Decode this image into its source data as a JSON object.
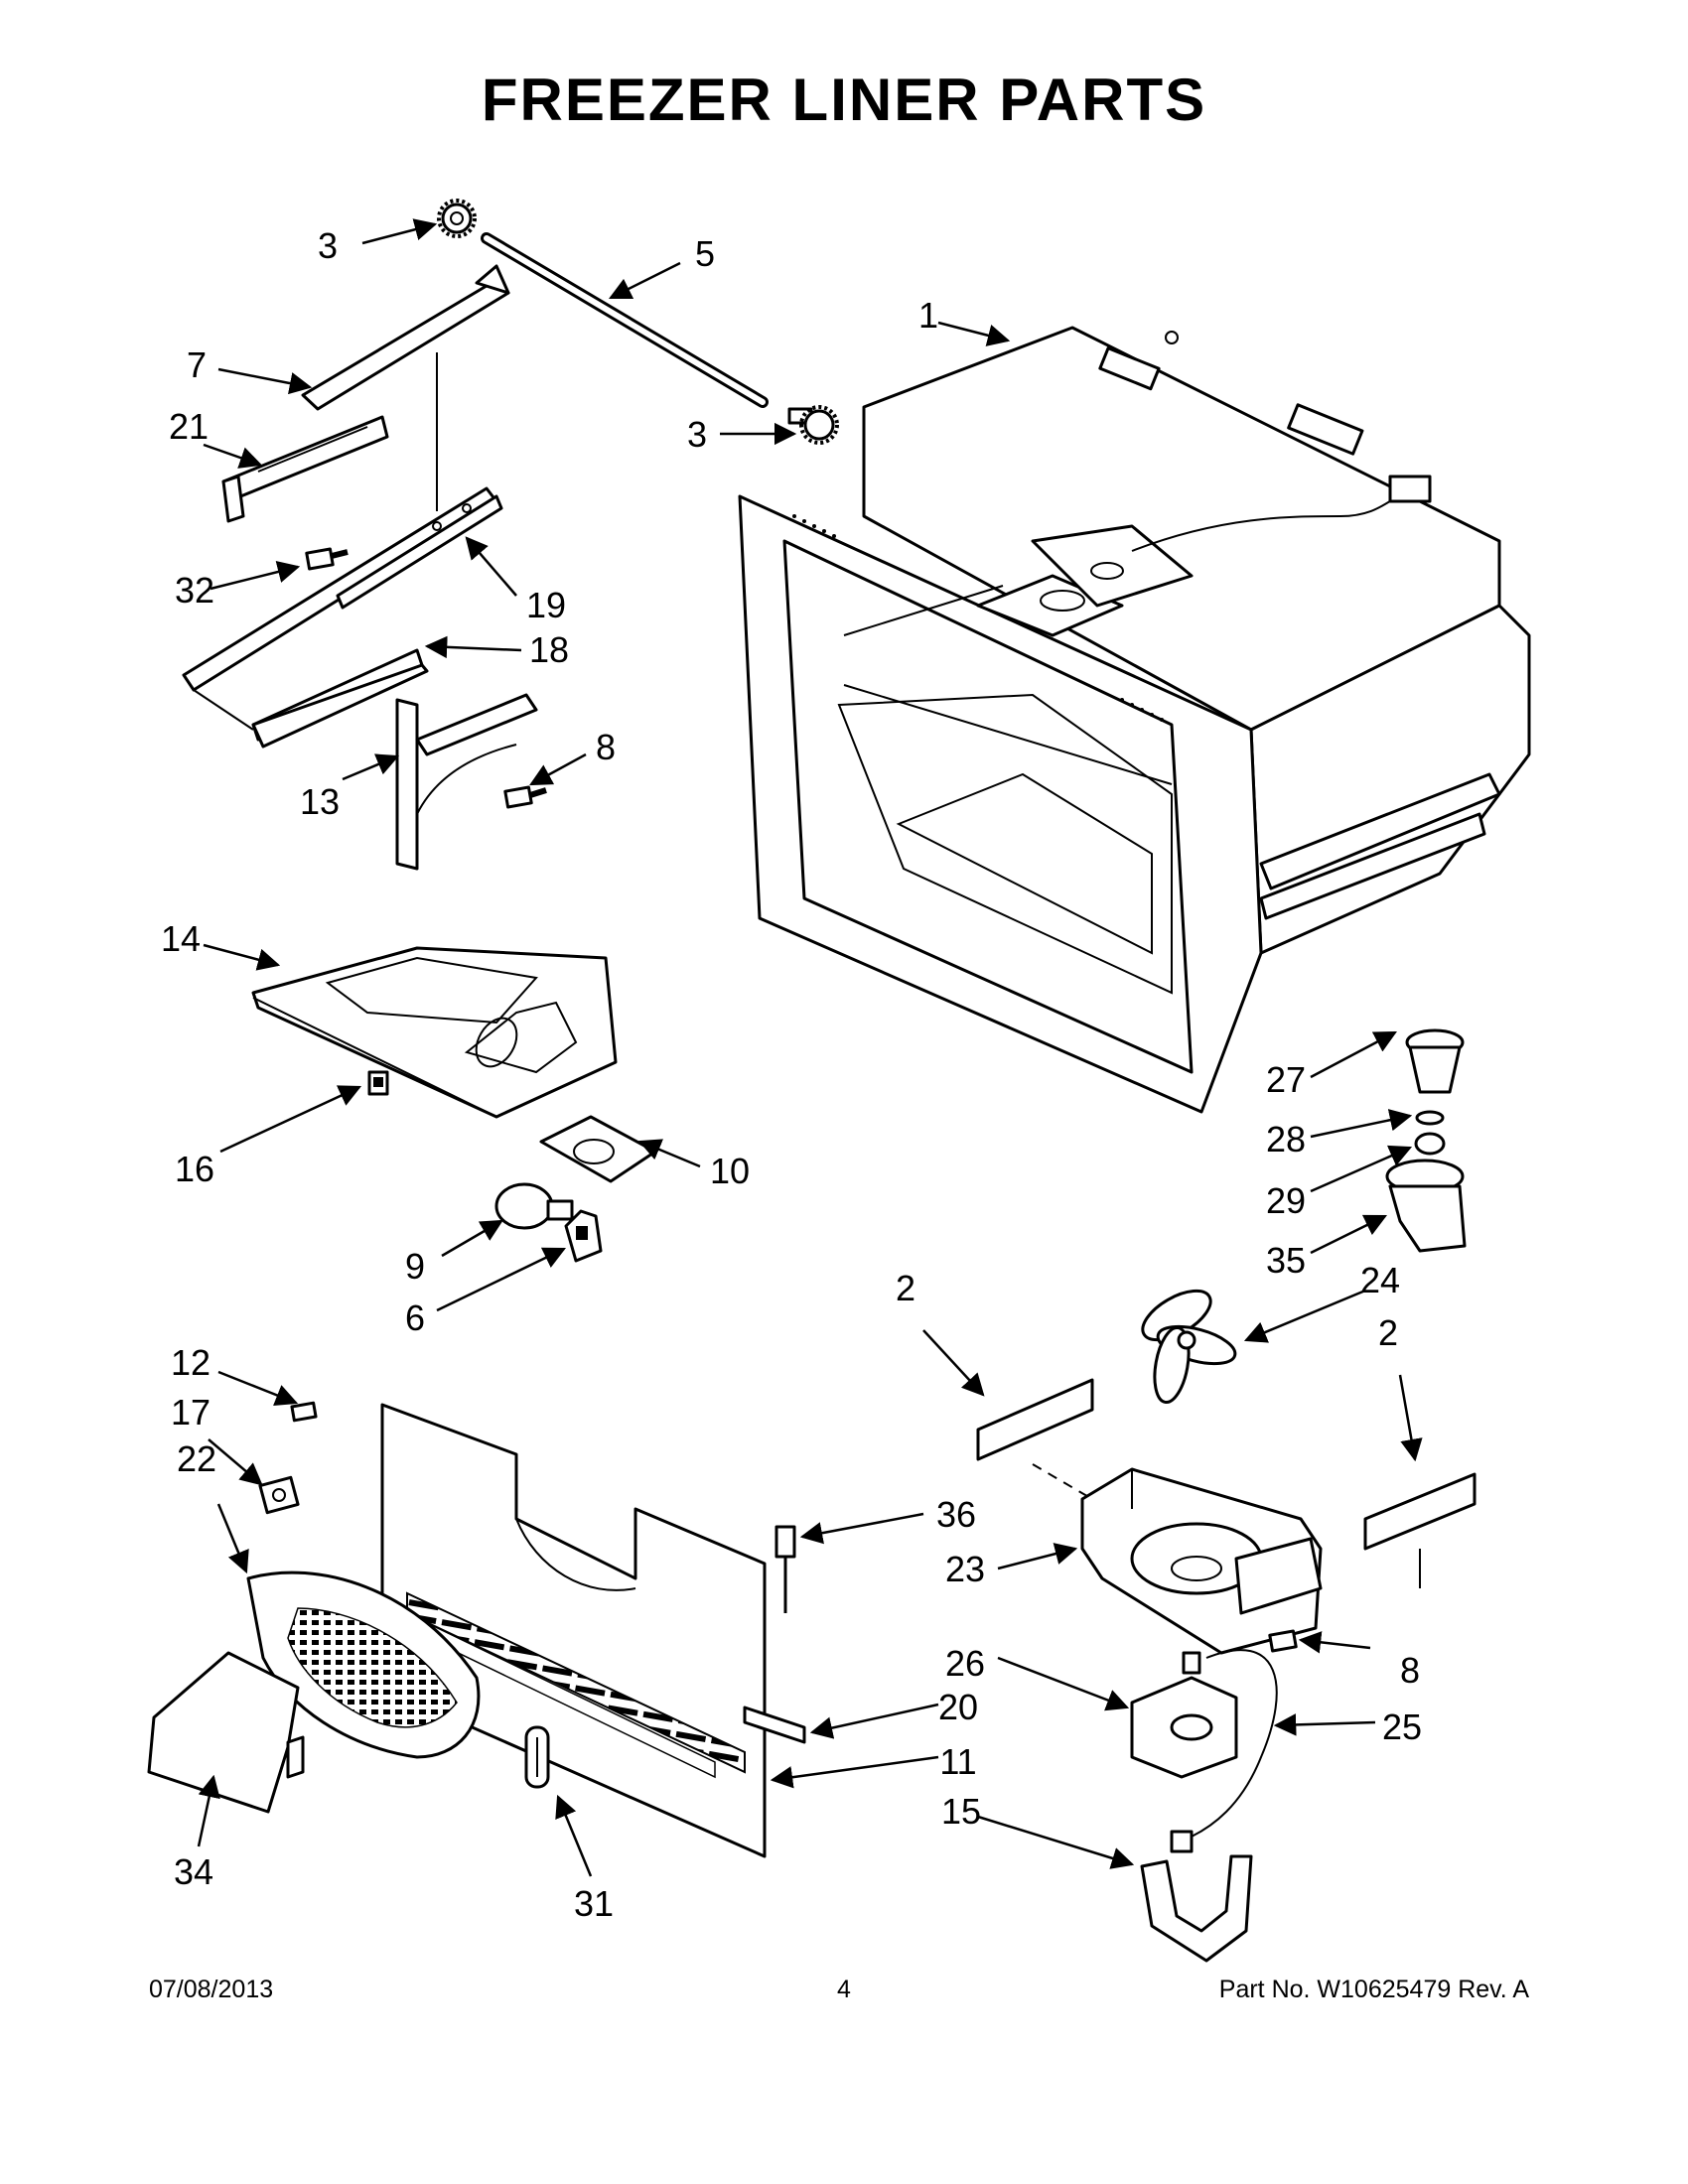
{
  "title": "FREEZER LINER PARTS",
  "footer": {
    "date": "07/08/2013",
    "page_number": "4",
    "part_no": "Part No.  W10625479  Rev.  A"
  },
  "callouts": [
    {
      "id": "c3a",
      "label": "3"
    },
    {
      "id": "c5",
      "label": "5"
    },
    {
      "id": "c7",
      "label": "7"
    },
    {
      "id": "c21",
      "label": "21"
    },
    {
      "id": "c3b",
      "label": "3"
    },
    {
      "id": "c1",
      "label": "1"
    },
    {
      "id": "c32",
      "label": "32"
    },
    {
      "id": "c19",
      "label": "19"
    },
    {
      "id": "c18",
      "label": "18"
    },
    {
      "id": "c8a",
      "label": "8"
    },
    {
      "id": "c13",
      "label": "13"
    },
    {
      "id": "c14",
      "label": "14"
    },
    {
      "id": "c16",
      "label": "16"
    },
    {
      "id": "c10",
      "label": "10"
    },
    {
      "id": "c27",
      "label": "27"
    },
    {
      "id": "c28",
      "label": "28"
    },
    {
      "id": "c29",
      "label": "29"
    },
    {
      "id": "c35",
      "label": "35"
    },
    {
      "id": "c9",
      "label": "9"
    },
    {
      "id": "c6",
      "label": "6"
    },
    {
      "id": "c2a",
      "label": "2"
    },
    {
      "id": "c24",
      "label": "24"
    },
    {
      "id": "c2b",
      "label": "2"
    },
    {
      "id": "c12",
      "label": "12"
    },
    {
      "id": "c17",
      "label": "17"
    },
    {
      "id": "c22",
      "label": "22"
    },
    {
      "id": "c36",
      "label": "36"
    },
    {
      "id": "c23",
      "label": "23"
    },
    {
      "id": "c26",
      "label": "26"
    },
    {
      "id": "c8b",
      "label": "8"
    },
    {
      "id": "c20",
      "label": "20"
    },
    {
      "id": "c25",
      "label": "25"
    },
    {
      "id": "c11",
      "label": "11"
    },
    {
      "id": "c15",
      "label": "15"
    },
    {
      "id": "c34",
      "label": "34"
    },
    {
      "id": "c31",
      "label": "31"
    }
  ]
}
